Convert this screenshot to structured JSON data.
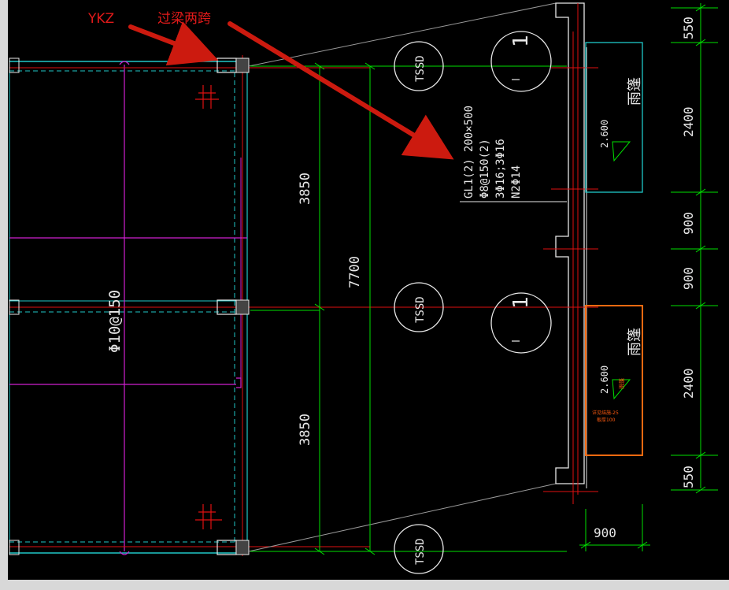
{
  "annotations": {
    "column_label": "YKZ",
    "beam_label": "过梁两跨",
    "arrow_color": "#cc1a0f"
  },
  "dimensions": {
    "left_upper": "3850",
    "left_lower": "3850",
    "total": "7700",
    "right": [
      "550",
      "2400",
      "900",
      "900",
      "2400",
      "550"
    ],
    "bottom": "900"
  },
  "slab_rebar": "Φ10@150",
  "beam_spec": {
    "line1": "GL1(2) 200×500",
    "line2": "Φ8@150(2)",
    "line3": "3Φ16;3Φ16",
    "line4": "N2Φ14"
  },
  "grid_bubbles": {
    "axis_top": "1",
    "axis_mid": "1",
    "tssd": "TSSD"
  },
  "canopy": {
    "upper_label": "雨篷",
    "lower_label": "雨篷",
    "upper_elev": "2.600",
    "lower_elev": "2.600",
    "lower_note_1": "雨篷",
    "lower_note_2": "详见结施-25",
    "lower_note_3": "板厚100"
  },
  "colors": {
    "background": "#000000",
    "dim_green": "#00e000",
    "axis_red": "#e01010",
    "cyan": "#20c8c8",
    "magenta": "#d020d0",
    "orange": "#ff6a10",
    "wall_white": "#e8e8e8"
  }
}
